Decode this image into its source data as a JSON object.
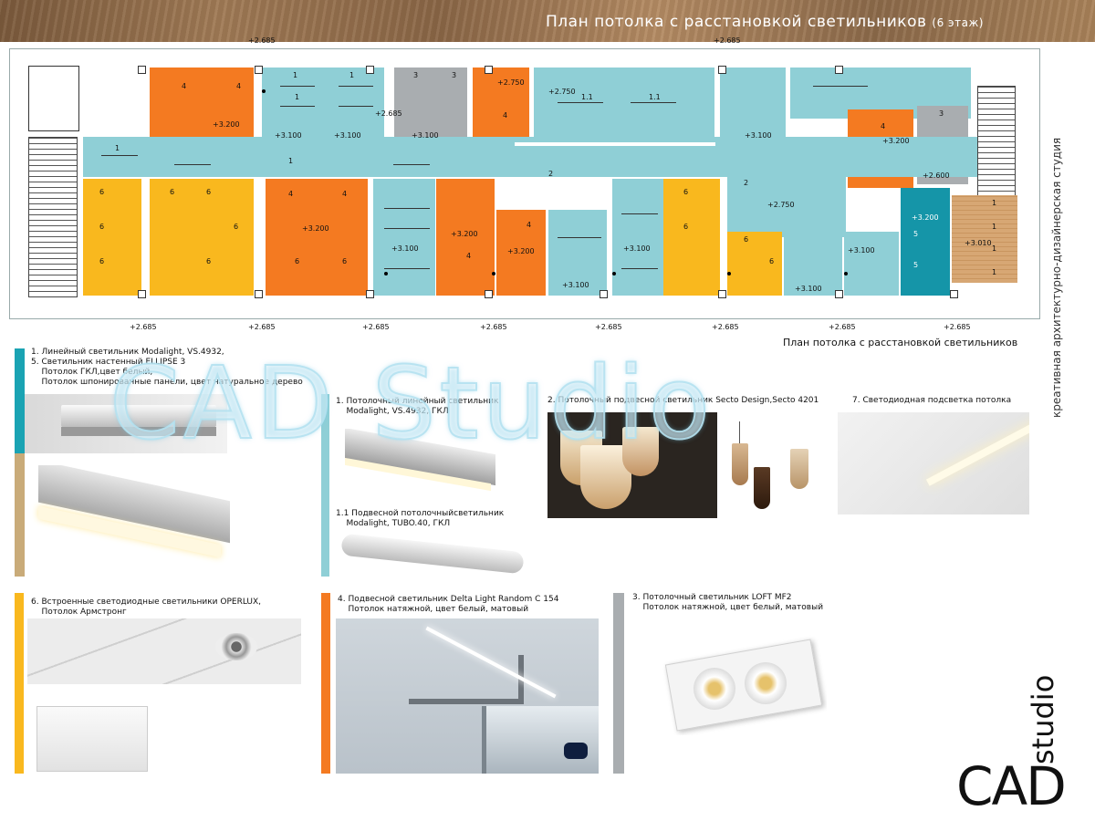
{
  "header": {
    "title": "План потолка с расстановкой светильников",
    "title_suffix": "(6 этаж)"
  },
  "plan": {
    "caption": "План потолка с расстановкой светильников",
    "elevations_top": [
      "+2.685",
      "+2.685"
    ],
    "elevations_bottom": [
      "+2.685",
      "+2.685",
      "+2.685",
      "+2.685",
      "+2.685",
      "+2.685",
      "+2.685",
      "+2.685"
    ],
    "room_elevations": {
      "r1": "+3.200",
      "r2": "+3.100",
      "r3": "+3.100",
      "r4": "+2.685",
      "r5": "+3.100",
      "r6": "+2.750",
      "r7": "+2.750",
      "r8": "+3.100",
      "r9": "+3.200",
      "r10": "+2.600",
      "r11": "+3.200",
      "r12": "+3.100",
      "r13": "+3.200",
      "r14": "+3.200",
      "r15": "+3.100",
      "r16": "+3.100",
      "r17": "+2.750",
      "r18": "+3.100",
      "r19": "+3.100",
      "r20": "+3.200",
      "r21": "+3.010"
    }
  },
  "side_text": "креативная архитектурно-дизайнерская студия",
  "items": {
    "group_a": "1. Линейный светильник Modalight, VS.4932,\n5. Светильник настенный ELLIPSE 3\n    Потолок ГКЛ,цвет белый,\n    Потолок шпонированные панели, цвет натуральное дерево",
    "item1": "1. Потолочный линейный светильник\n    Modalight, VS.4932, ГКЛ",
    "item11": "1.1 Подвесной потолочныйсветильник\n    Modalight, TUBO.40, ГКЛ",
    "item2": "2. Потолочный подвесной светильник Secto Design,Secto 4201",
    "item7": "7. Светодиодная подсветка потолка",
    "item6": "6. Встроенные светодиодные светильники OPERLUX,\n    Потолок Армстронг",
    "item4": "4. Подвесной светильник Delta Light Random C 154\n    Потолок натяжной, цвет белый, матовый",
    "item3": "3. Потолочный светильник LOFT MF2\n    Потолок натяжной, цвет белый, матовый"
  },
  "watermark": "CAD Studio",
  "logo": {
    "main": "CAD",
    "sub": "studio"
  },
  "colors": {
    "teal": "#8fcfd6",
    "orange": "#f47a21",
    "yellow": "#f9b81e",
    "grey": "#a9adb0",
    "dark_teal": "#1595a8",
    "wood": "#d7a774"
  }
}
